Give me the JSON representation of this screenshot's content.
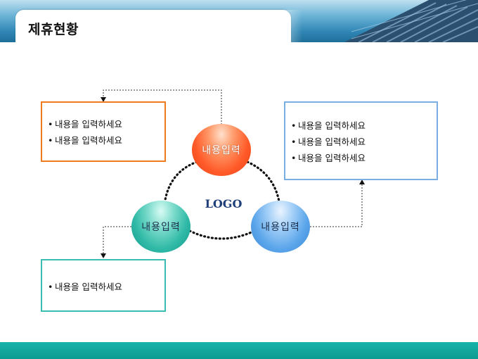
{
  "header": {
    "title": "제휴현황"
  },
  "center": {
    "logo_text": "LOGO"
  },
  "nodes": {
    "top": {
      "label": "내용입력",
      "color": "#ff5a28"
    },
    "left": {
      "label": "내용입력",
      "color": "#2fb9a6"
    },
    "right": {
      "label": "내용입력",
      "color": "#5aa5ea"
    }
  },
  "boxes": {
    "top_left": {
      "border_color": "#f07a1c",
      "items": [
        "내용을 입력하세요",
        "내용을 입력하세요"
      ]
    },
    "top_right": {
      "border_color": "#79aee3",
      "items": [
        "내용을 입력하세요",
        "내용을 입력하세요",
        "내용을 입력하세요"
      ]
    },
    "bottom_left": {
      "border_color": "#3bbdb4",
      "items": [
        "내용을 입력하세요"
      ]
    }
  },
  "bullet": "•",
  "footer": {
    "color": "#17b3a9"
  }
}
